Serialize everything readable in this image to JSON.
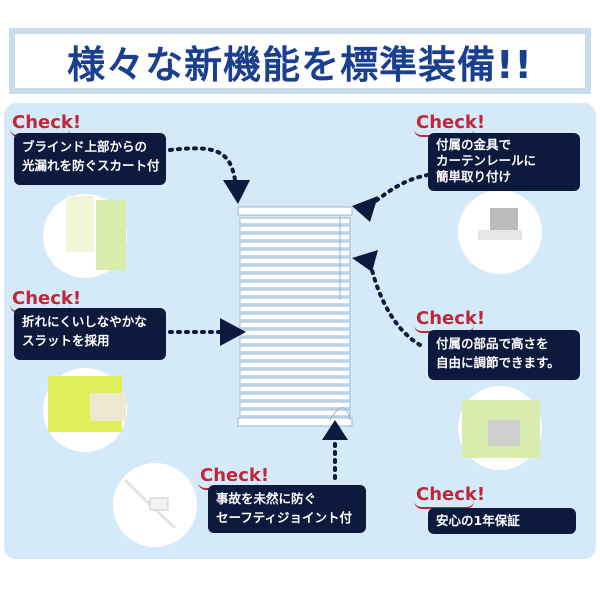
{
  "banner": {
    "title": "様々な新機能を標準装備!!"
  },
  "features": [
    {
      "check": "Check!",
      "line1": "ブラインド上部からの",
      "line2": "光漏れを防ぐスカート付"
    },
    {
      "check": "Check!",
      "line1": "折れにくいしなやかな",
      "line2": "スラットを採用"
    },
    {
      "check": "Check!",
      "line1": "事故を未然に防ぐ",
      "line2": "セーフティジョイント付"
    },
    {
      "check": "Check!",
      "line1": "付属の金具で",
      "line2": "カーテンレールに",
      "line3": "簡単取り付け"
    },
    {
      "check": "Check!",
      "line1": "付属の部品で高さを",
      "line2": "自由に調節できます。"
    },
    {
      "check": "Check!",
      "line1": "安心の1年保証"
    }
  ],
  "colors": {
    "accent": "#c0283a",
    "box": "#0d1a3d",
    "title": "#1b3f8f",
    "panel": "#d4eaf8"
  }
}
